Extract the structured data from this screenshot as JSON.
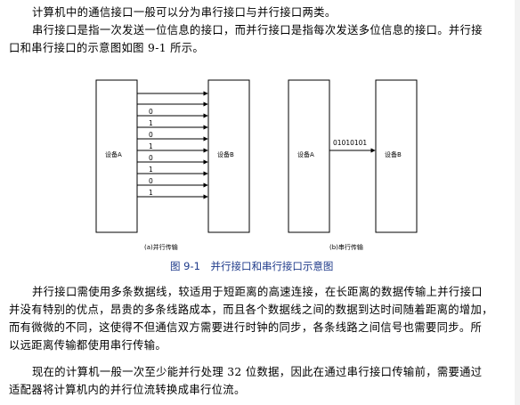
{
  "paragraphs": [
    "计算机中的通信接口一般可以分为串行接口与并行接口两类。",
    "串行接口是指一次发送一位信息的接口，而并行接口是指每次发送多位信息的接口。并行接",
    "口和串行接口的示意图如图 9-1 所示。"
  ],
  "figure": {
    "parallel": {
      "device_a": "设备A",
      "device_b": "设备B",
      "bits": [
        "0",
        "1",
        "0",
        "1",
        "0",
        "1",
        "0",
        "1"
      ],
      "subcaption": "(a)并行传输"
    },
    "serial": {
      "device_a": "设备A",
      "device_b": "设备B",
      "bits": "01010101",
      "subcaption": "(b)串行传输"
    },
    "caption": "图 9-1　并行接口和串行接口示意图"
  },
  "paragraphs_after": [
    "并行接口需使用多条数据线，较适用于短距离的高速连接，在长距离的数据传输上并行接口",
    "并没有特别的优点，昂贵的多条线路成本，而且各个数据线之间的数据到达时间随着距离的增加，",
    "而有微微的不同，这使得不但通信双方需要进行时钟的同步，各条线路之间信号也需要同步。所",
    "以远距离传输都使用串行传输。",
    "现在的计算机一般一次至少能并行处理 32 位数据，因此在通过串行接口传输前，需要通过",
    "适配器将计算机内的并行位流转换成串行位流。"
  ]
}
